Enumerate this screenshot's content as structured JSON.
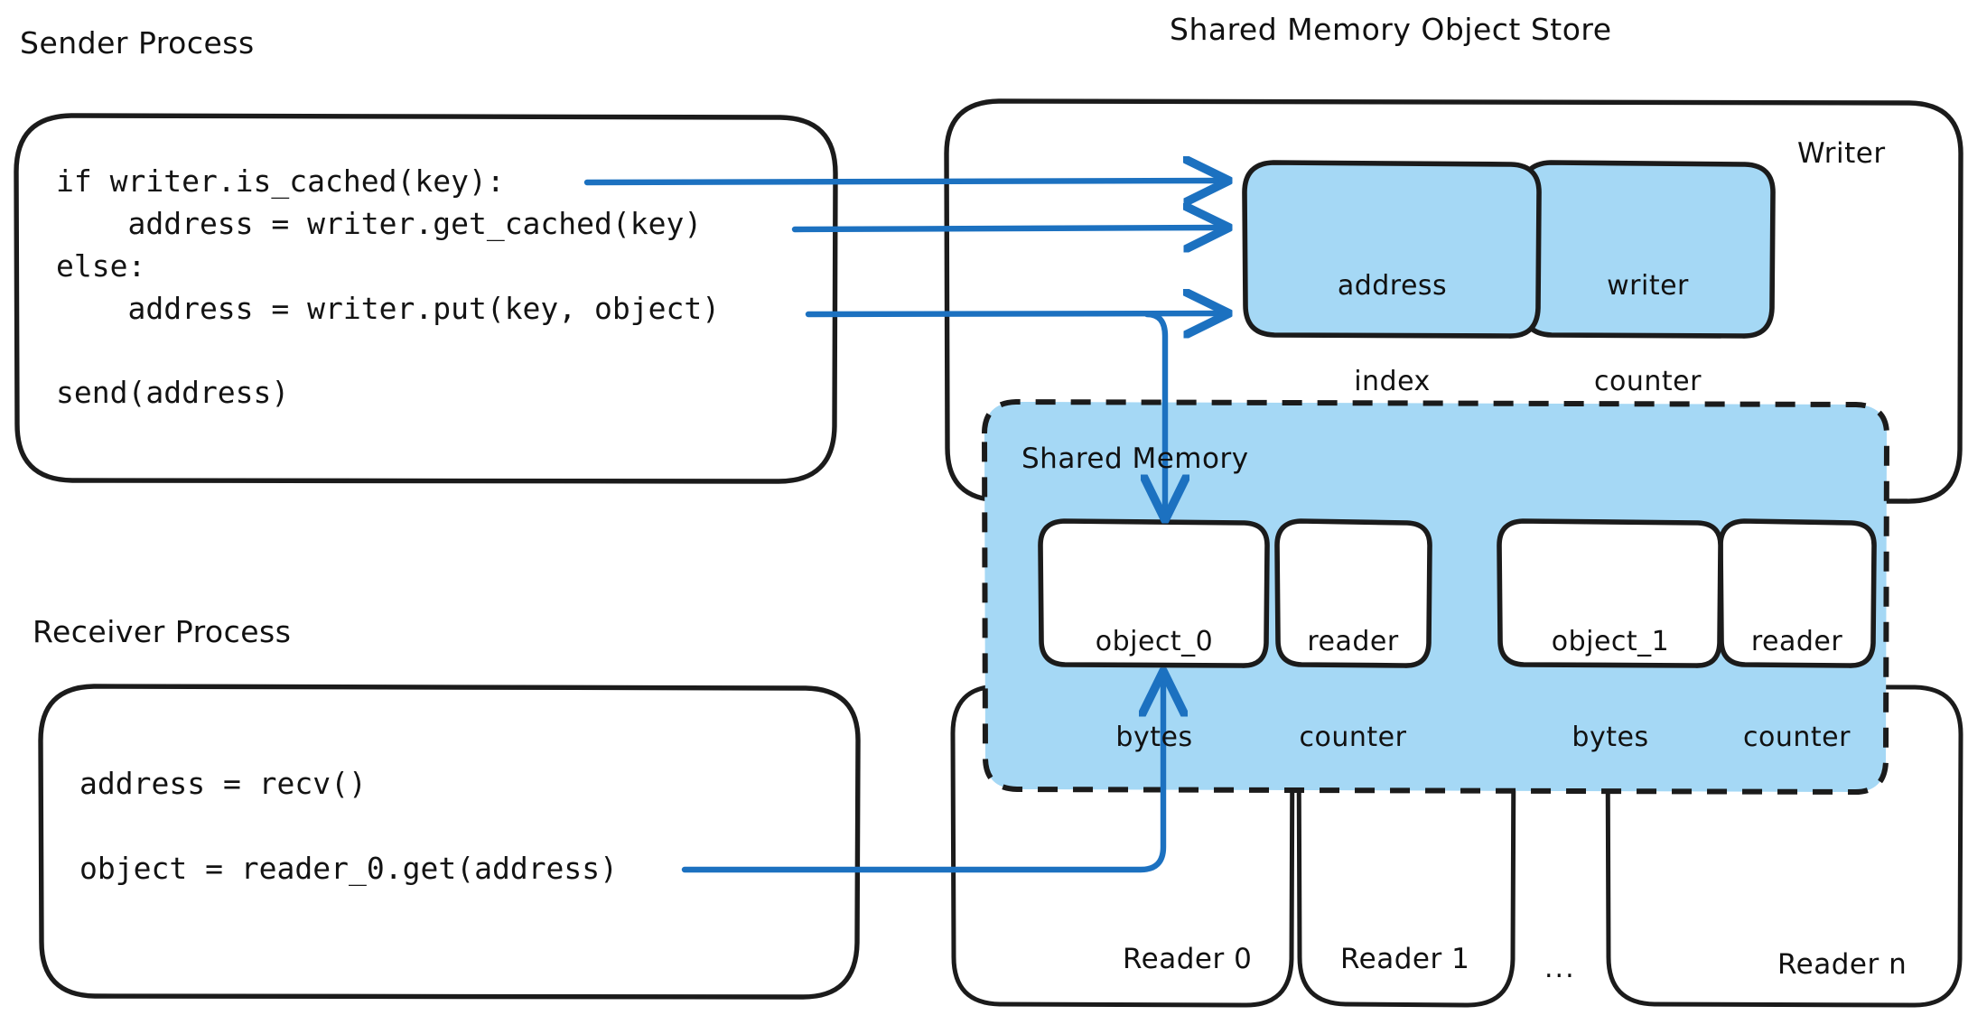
{
  "diagram": {
    "title_sender": "Sender Process",
    "title_store": "Shared Memory Object Store",
    "title_receiver": "Receiver Process"
  },
  "sender": {
    "code_lines": [
      "if writer.is_cached(key):",
      "    address = writer.get_cached(key)",
      "else:",
      "    address = writer.put(key, object)",
      "",
      "send(address)"
    ],
    "code_block": "if writer.is_cached(key):\n    address = writer.get_cached(key)\nelse:\n    address = writer.put(key, object)\n\nsend(address)"
  },
  "receiver": {
    "code_lines": [
      "address = recv()",
      "",
      "object = reader_0.get(address)"
    ],
    "code_block": "address = recv()\n\nobject = reader_0.get(address)"
  },
  "writer": {
    "label": "Writer",
    "chips": [
      {
        "line1": "address",
        "line2": "index"
      },
      {
        "line1": "writer",
        "line2": "counter"
      }
    ]
  },
  "shared_memory": {
    "label": "Shared Memory",
    "slots": [
      {
        "object_line1": "object_0",
        "object_line2": "bytes",
        "counter_line1": "reader",
        "counter_line2": "counter"
      },
      {
        "object_line1": "object_1",
        "object_line2": "bytes",
        "counter_line1": "reader",
        "counter_line2": "counter"
      }
    ]
  },
  "readers": {
    "items": [
      {
        "label": "Reader 0"
      },
      {
        "label": "Reader 1"
      },
      {
        "label": "Reader n"
      }
    ],
    "ellipsis": "..."
  },
  "colors": {
    "stroke": "#1b1b1b",
    "arrow": "#1c71c0",
    "chip_fill": "#a5d8f5",
    "shared_fill": "#a5d8f5",
    "background": "#ffffff",
    "text": "#131313"
  },
  "arrows": [
    {
      "name": "is-cached-to-address-index",
      "from": "sender.code.line1",
      "to": "writer.address_index"
    },
    {
      "name": "get-cached-to-address-index",
      "from": "sender.code.line2",
      "to": "writer.address_index"
    },
    {
      "name": "put-to-address-index-and-object0",
      "from": "sender.code.line4",
      "to": "writer.address_index / shared_memory.object_0"
    },
    {
      "name": "reader-get-to-object0",
      "from": "receiver.code.line3",
      "to": "shared_memory.object_0"
    }
  ]
}
